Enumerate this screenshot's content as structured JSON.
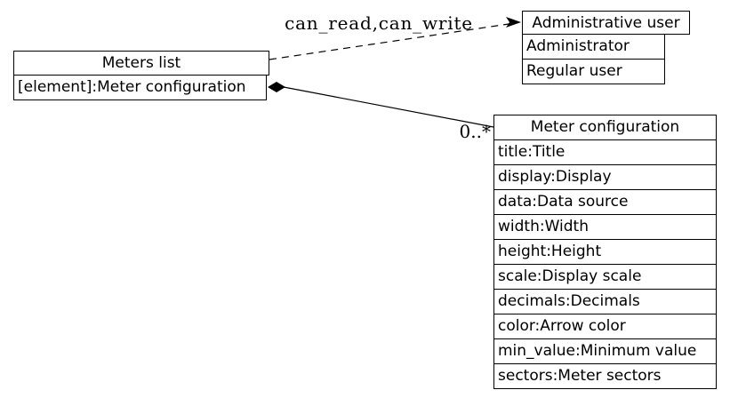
{
  "canvas": {
    "background_color": "#ffffff",
    "stroke_color": "#000000"
  },
  "nodes": {
    "meters_list": {
      "title": "Meters list",
      "rows": [
        "[element]:Meter configuration"
      ]
    },
    "administrative_user": {
      "title": "Administrative user",
      "rows": [
        "Administrator",
        "Regular user"
      ]
    },
    "meter_configuration": {
      "title": "Meter configuration",
      "rows": [
        "title:Title",
        "display:Display",
        "data:Data source",
        "width:Width",
        "height:Height",
        "scale:Display scale",
        "decimals:Decimals",
        "color:Arrow color",
        "min_value:Minimum value",
        "sectors:Meter sectors"
      ]
    }
  },
  "edges": {
    "permission": {
      "label": "can_read,can_write",
      "from": "Meters list",
      "to": "Administrative user",
      "line_style": "dashed",
      "arrowhead": "vee"
    },
    "composition": {
      "label": "0..*",
      "from": "[element]:Meter configuration",
      "to": "Meter configuration",
      "line_style": "solid",
      "source_marker": "filled-diamond"
    }
  }
}
